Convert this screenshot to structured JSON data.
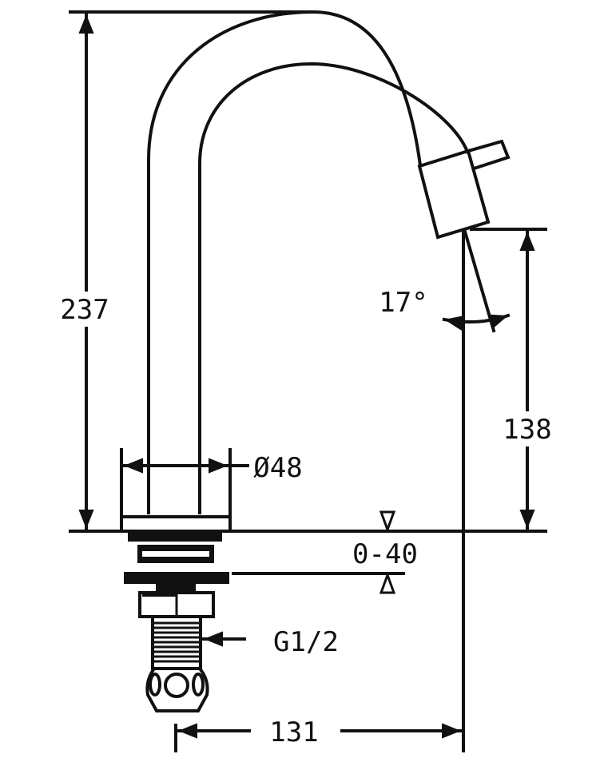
{
  "diagram": {
    "type": "technical-drawing",
    "subject": "faucet",
    "line_color": "#111111",
    "background": "#ffffff",
    "dimensions": {
      "total_height": "237",
      "spout_height": "138",
      "spout_angle": "17°",
      "base_diameter": "Ø48",
      "deck_thickness": "0-40",
      "thread": "G1/2",
      "reach": "131"
    }
  }
}
